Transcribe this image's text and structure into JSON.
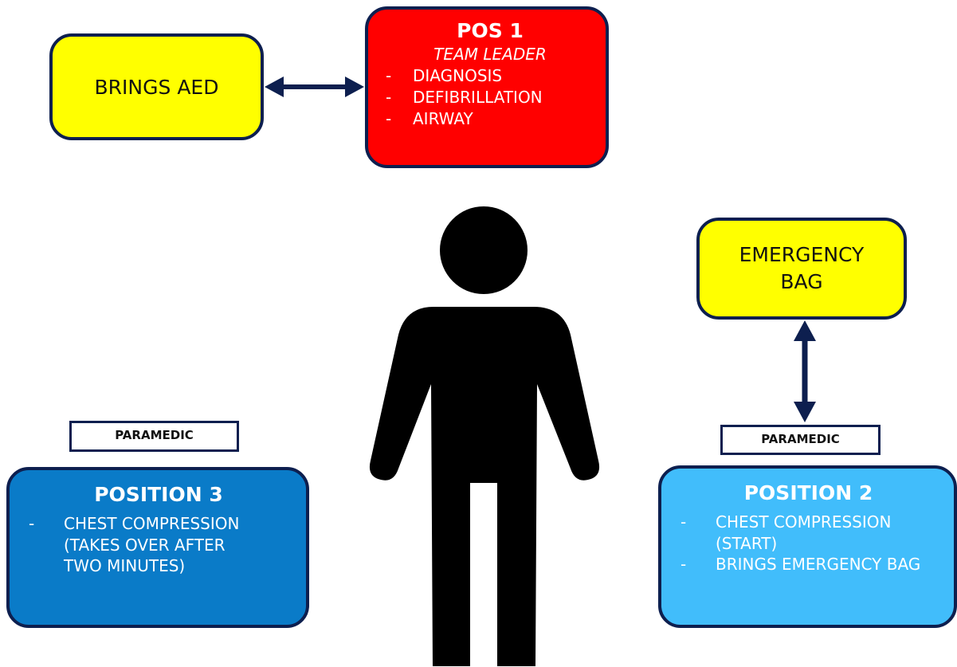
{
  "aed_box": {
    "label": "BRINGS AED"
  },
  "pos1": {
    "title": "POS 1",
    "subtitle": "TEAM LEADER",
    "tasks": [
      "DIAGNOSIS",
      "DEFIBRILLATION",
      "AIRWAY"
    ]
  },
  "emergency_bag_box": {
    "label": "EMERGENCY BAG"
  },
  "position3": {
    "role_tag": "PARAMEDIC",
    "title": "POSITION 3",
    "tasks": [
      "CHEST COMPRESSION (TAKES OVER AFTER TWO MINUTES)"
    ]
  },
  "position2": {
    "role_tag": "PARAMEDIC",
    "title": "POSITION 2",
    "tasks": [
      "CHEST COMPRESSION (START)",
      "BRINGS EMERGENCY BAG"
    ]
  },
  "colors": {
    "yellow_box": "#ffff00",
    "red_box": "#ff0000",
    "position3_box": "#0a7bc8",
    "position2_box": "#41bdfb",
    "border_navy": "#0d1f4f",
    "figure": "#000000"
  },
  "icons": {
    "center_figure": "person-icon"
  }
}
